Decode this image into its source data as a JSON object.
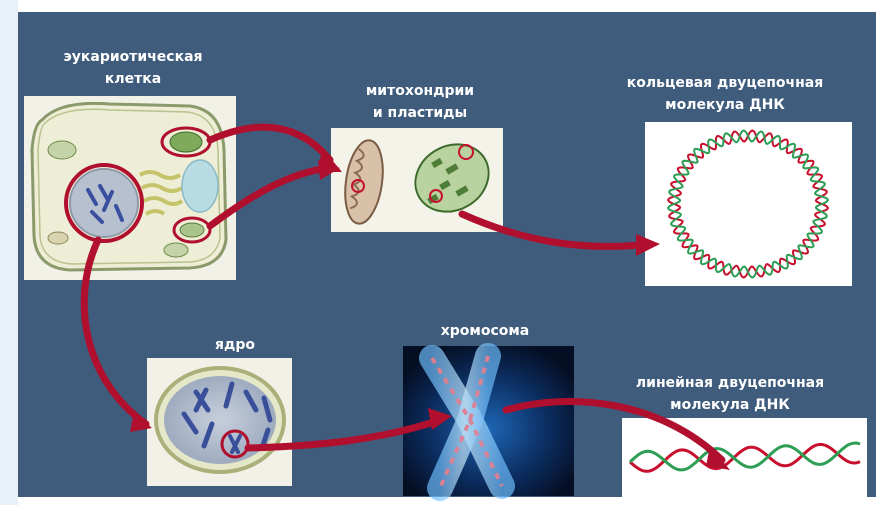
{
  "labels": {
    "eukaryotic_cell_line1": "эукариотическая",
    "eukaryotic_cell_line2": "клетка",
    "mito_line1": "митохондрии",
    "mito_line2": "и пластиды",
    "circular_dna_line1": "кольцевая двуцепочная",
    "circular_dna_line2": "молекула ДНК",
    "nucleus": "ядро",
    "chromosome": "хромосома",
    "linear_dna_line1": "линейная двуцепочная",
    "linear_dna_line2": "молекула ДНК"
  },
  "colors": {
    "background": "#3f5c7c",
    "arrow": "#b0102e",
    "dna_strand_a": "#c8102e",
    "dna_strand_b": "#2e9e55"
  }
}
